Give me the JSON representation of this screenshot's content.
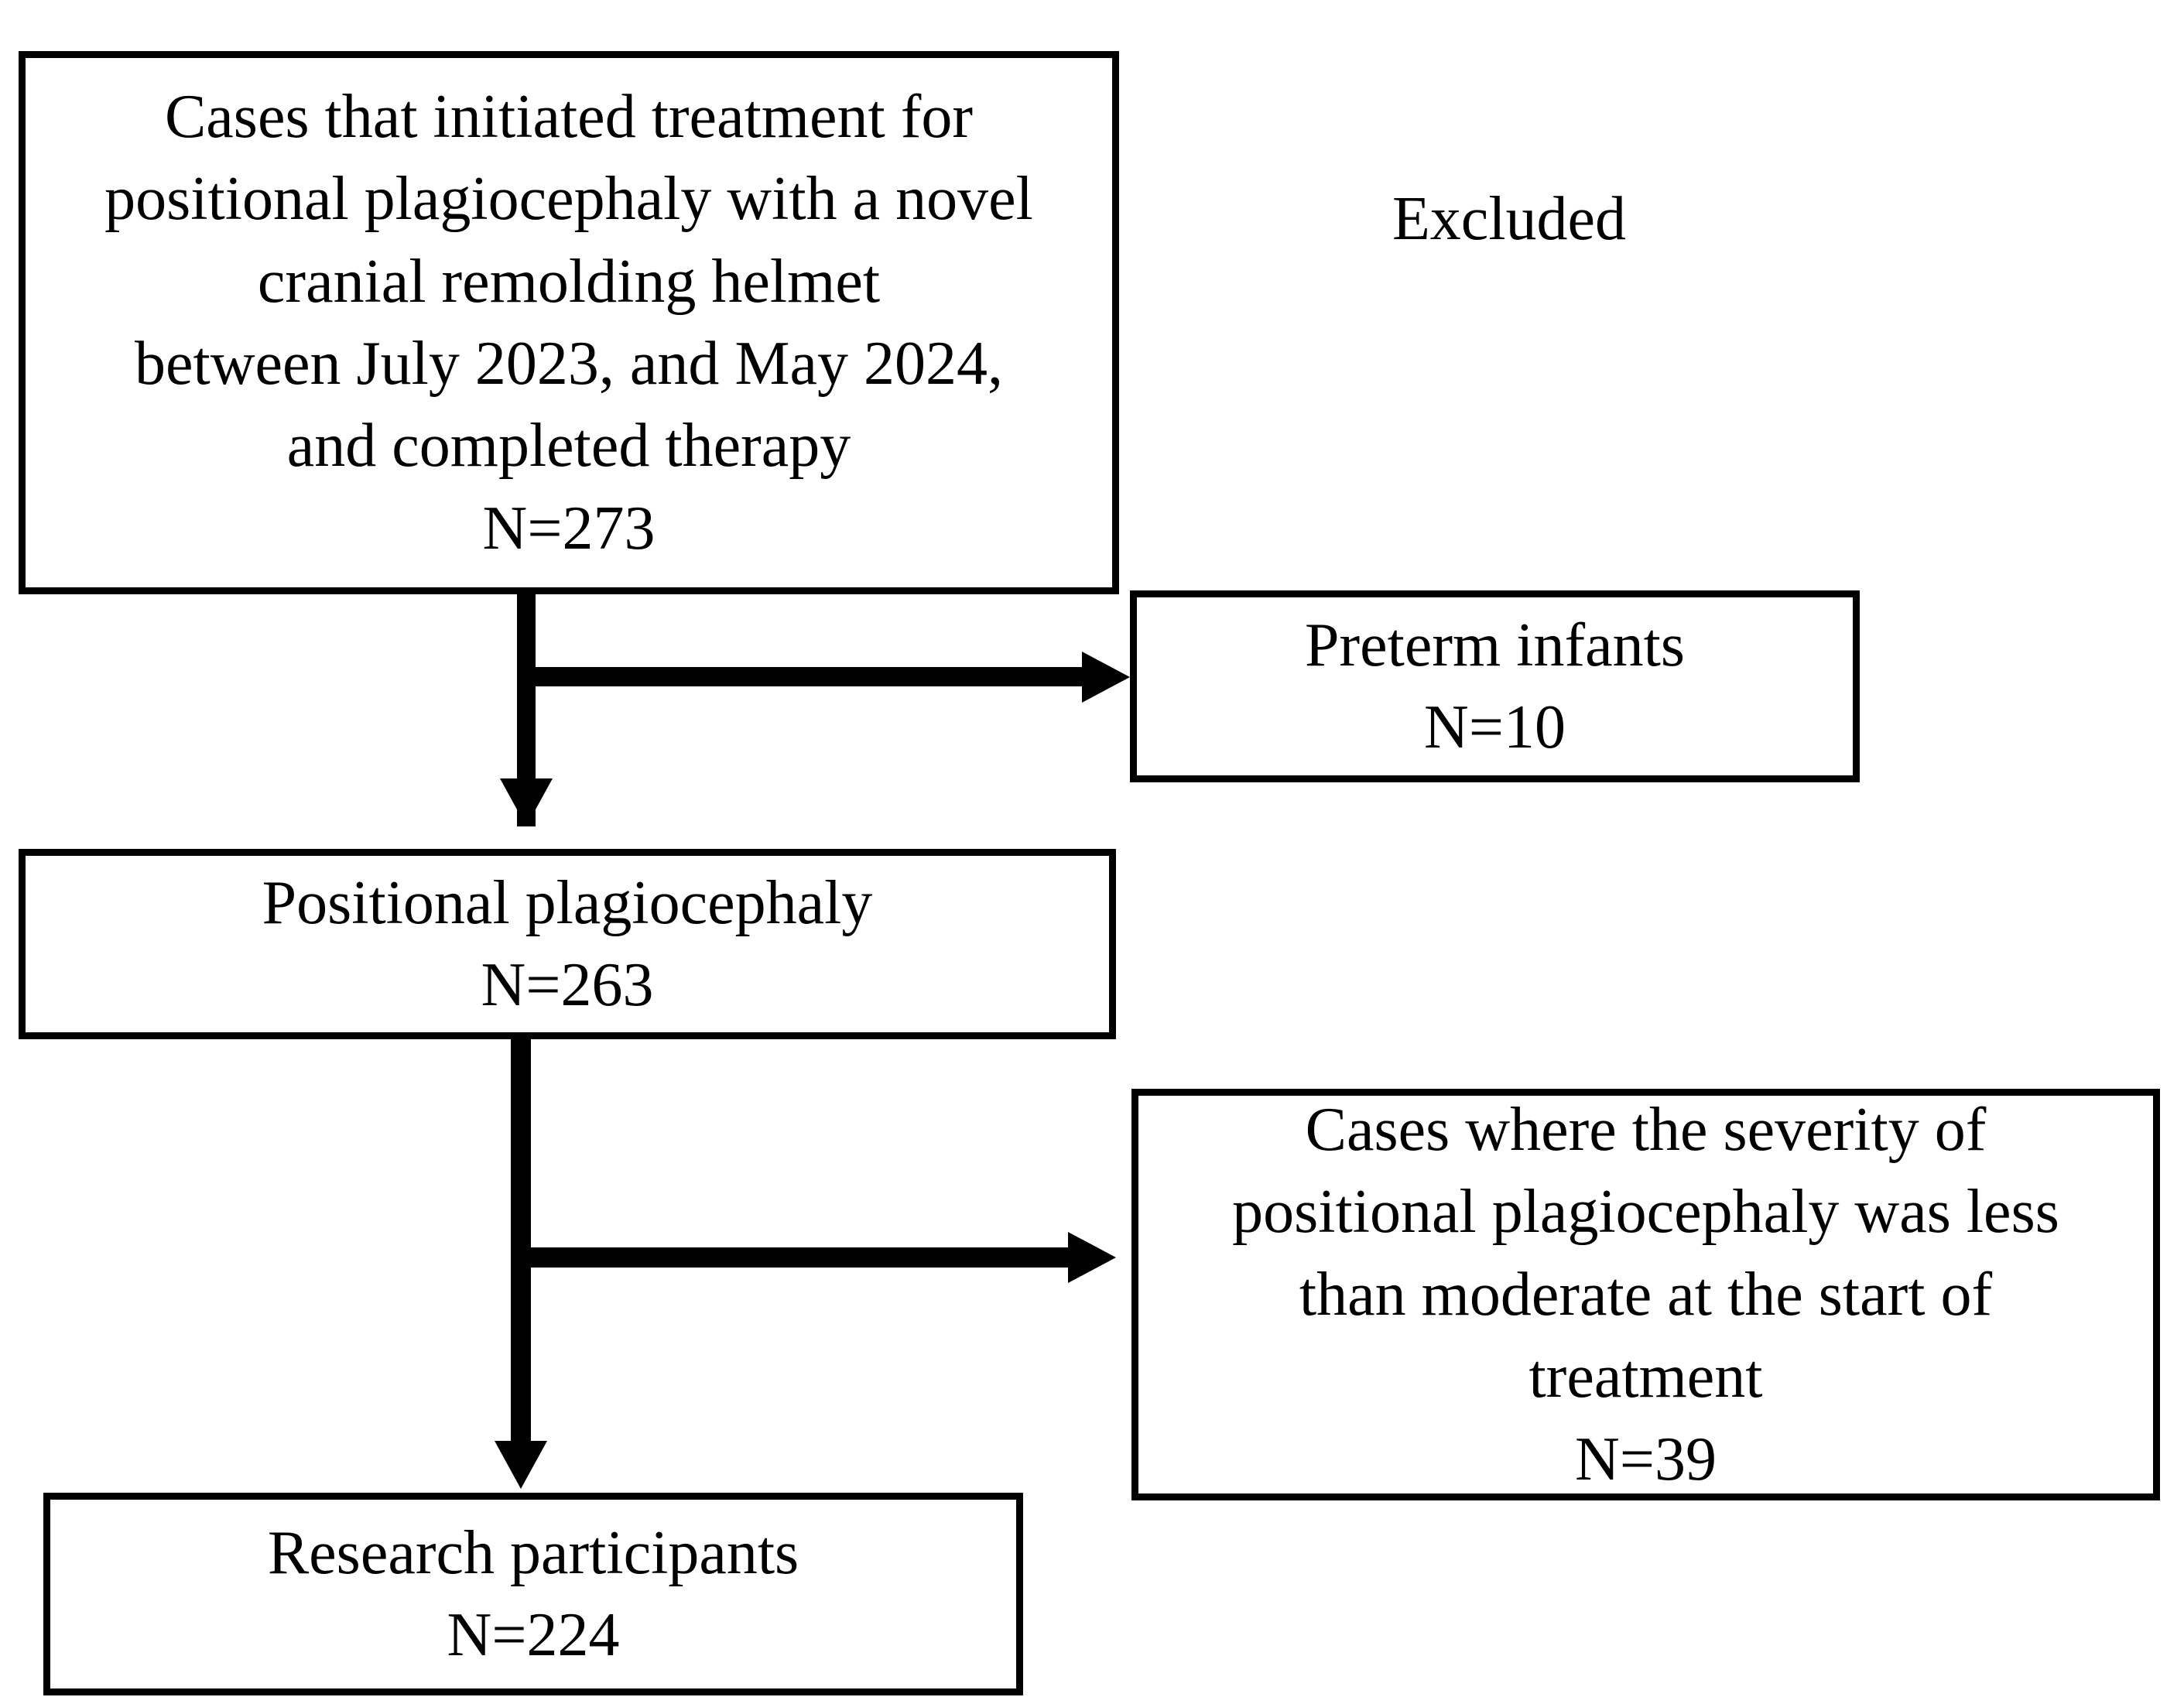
{
  "diagram": {
    "type": "flowchart",
    "title_label": "Excluded",
    "boxes": {
      "enrolled": {
        "lines": [
          "Cases that initiated treatment for",
          "positional plagiocephaly with a novel",
          "cranial remolding helmet",
          "between July 2023, and May 2024,",
          "and completed therapy",
          "N=273"
        ]
      },
      "diagnosis": {
        "lines": [
          "Positional plagiocephaly",
          "N=263"
        ]
      },
      "research": {
        "lines": [
          "Research participants",
          "N=224"
        ]
      },
      "preterm": {
        "lines": [
          "Preterm infants",
          "N=10"
        ]
      },
      "severity": {
        "lines": [
          "Cases where the severity of",
          "positional plagiocephaly was less",
          "than moderate at the start of",
          "treatment",
          "N=39"
        ]
      }
    },
    "counts": {
      "enrolled": 273,
      "preterm_excluded": 10,
      "diagnosis": 263,
      "severity_excluded": 39,
      "research_participants": 224
    },
    "colors": {
      "stroke": "#000000",
      "fill": "#ffffff",
      "text": "#000000"
    }
  }
}
